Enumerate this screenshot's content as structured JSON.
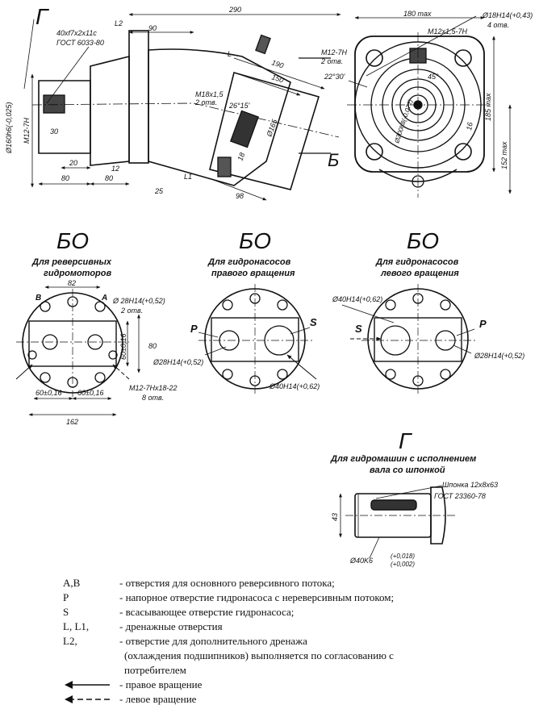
{
  "top_view": {
    "section_mark": "Г",
    "dims": {
      "d290": "290",
      "d90": "90",
      "l2": "L2",
      "spline": "40xf7x2x11c",
      "gost_spline": "ГОСТ 6033-80",
      "shaft_dia": "Ø160h6(-0,025)",
      "m12": "M12-7H",
      "d30": "30",
      "d20": "20",
      "d12": "12",
      "d80a": "80",
      "d80b": "80",
      "d25": "25",
      "l_top": "L",
      "d190": "190",
      "d150": "150",
      "m18": "M18x1,5",
      "two_holes": "2 отв.",
      "angle26": "26°15'",
      "d165": "Ø165",
      "d18": "18",
      "l1": "L1",
      "d98": "98",
      "b_mark": "Б"
    }
  },
  "end_view": {
    "d180max": "180 max",
    "d18h14": "Ø18H14(+0,43)",
    "four_holes": "4 отв.",
    "m12_15": "M12x1,5-7H",
    "m12_7h": "M12-7H",
    "two_holes": "2 отв.",
    "angle22": "22°30'",
    "angle45": "45°",
    "circle": "Ø200h8(-0,072)",
    "d185max": "185 max",
    "d152max": "152 max",
    "d16": "16"
  },
  "view_b1": {
    "title": "БO",
    "caption_line1": "Для реверсивных",
    "caption_line2": "гидромоторов",
    "d82": "82",
    "label_b": "B",
    "label_a": "A",
    "d28h14": "Ø 28H14(+0,52)",
    "two_holes": "2 отв.",
    "d60": "60±0,16",
    "d80": "80",
    "m12": "M12-7Hx18-22",
    "eight_holes": "8 отв.",
    "d60a": "60±0,16",
    "d60b": "60±0,16",
    "d162": "162"
  },
  "view_b2": {
    "title": "БO",
    "caption_line1": "Для гидронасосов",
    "caption_line2": "правого вращения",
    "label_p": "P",
    "label_s": "S",
    "d28": "Ø28H14(+0,52)",
    "d40": "Ø40H14(+0,62)"
  },
  "view_b3": {
    "title": "БO",
    "caption_line1": "Для гидронасосов",
    "caption_line2": "левого вращения",
    "label_p": "P",
    "label_s": "S",
    "d40": "Ø40H14(+0,62)",
    "d28": "Ø28H14(+0,52)"
  },
  "view_g": {
    "title": "Г",
    "caption_line1": "Для гидромашин с исполнением",
    "caption_line2": "вала со шпонкой",
    "key": "Шпонка 12x8x63",
    "gost": "ГОСТ 23360-78",
    "d43": "43",
    "d40k6": "Ø40K6",
    "tol1": "(+0,018)",
    "tol2": "(+0,002)"
  },
  "legend": [
    {
      "key": "A,B",
      "desc": "- отверстия для основного реверсивного потока;"
    },
    {
      "key": "P",
      "desc": "- напорное отверстие гидронасоса с нереверсивным потоком;"
    },
    {
      "key": "S",
      "desc": "- всасывающее отверстие гидронасоса;"
    },
    {
      "key": "L, L1,",
      "desc": "- дренажные отверстия"
    },
    {
      "key": "L2,",
      "desc": "- отверстие для дополнительного дренажа"
    }
  ],
  "legend_cont": [
    "(охлаждения подшипников) выполняется по согласованию с",
    "потребителем"
  ],
  "legend_arrows": [
    {
      "style": "solid",
      "desc": "- правое вращение"
    },
    {
      "style": "dashed",
      "desc": "- левое вращение"
    }
  ]
}
